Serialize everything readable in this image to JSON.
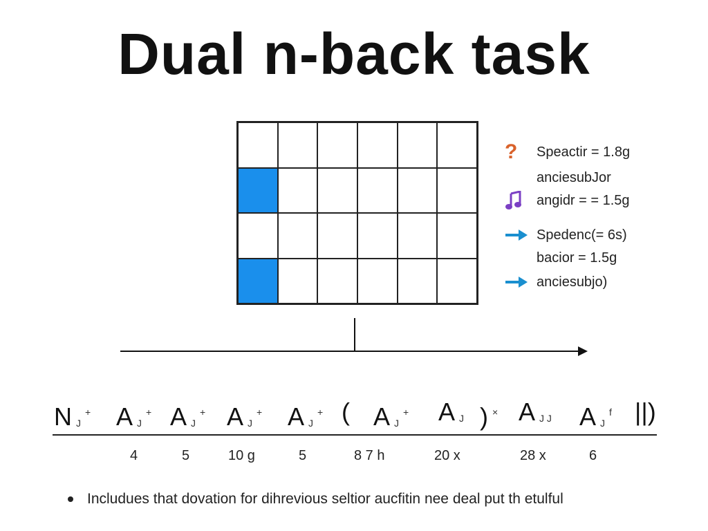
{
  "title": "Dual n-back task",
  "grid": {
    "rows": 4,
    "cols": 6,
    "active_cells": [
      [
        1,
        0
      ],
      [
        3,
        0
      ]
    ],
    "active_color": "#1a8fec"
  },
  "legend": [
    {
      "icon": "question-mark-icon",
      "icon_color": "#d9622b",
      "text": "Speactir = 1.8g"
    },
    {
      "icon": "",
      "icon_color": "",
      "text": "anciesubJor"
    },
    {
      "icon": "music-note-icon",
      "icon_color": "#7b3fc4",
      "text": "angidr = = 1.5g"
    },
    {
      "icon": "arrow-right-icon",
      "icon_color": "#1a8fcf",
      "text": "Spedenc(= 6s)"
    },
    {
      "icon": "",
      "icon_color": "",
      "text": "bacior = 1.5g"
    },
    {
      "icon": "arrow-right-icon",
      "icon_color": "#1a8fcf",
      "text": "anciesubjo)"
    }
  ],
  "sequence": [
    {
      "main": "N",
      "sub": "J",
      "sup": "+"
    },
    {
      "main": "A",
      "sub": "J",
      "sup": "+"
    },
    {
      "main": "A",
      "sub": "J",
      "sup": "+"
    },
    {
      "main": "A",
      "sub": "J",
      "sup": "+"
    },
    {
      "main": "A",
      "sub": "J",
      "sup": "+"
    },
    {
      "main": "(",
      "sub": "",
      "sup": ""
    },
    {
      "main": "A",
      "sub": "J",
      "sup": "+"
    },
    {
      "main": "A",
      "sub": "J",
      "sup": ""
    },
    {
      "main": ")",
      "sub": "",
      "sup": "×"
    },
    {
      "main": "A",
      "sub": "J J",
      "sup": ""
    },
    {
      "main": "A",
      "sub": "J",
      "sup": "f"
    },
    {
      "main": "||)",
      "sub": "",
      "sup": ""
    }
  ],
  "numbers": [
    "4",
    "5",
    "10 g",
    "5",
    "8 7 h",
    "20 x",
    "28 x",
    "6"
  ],
  "note": "Includues that dovation for dihrevious seltior aucfitin nee deal put th etulful"
}
